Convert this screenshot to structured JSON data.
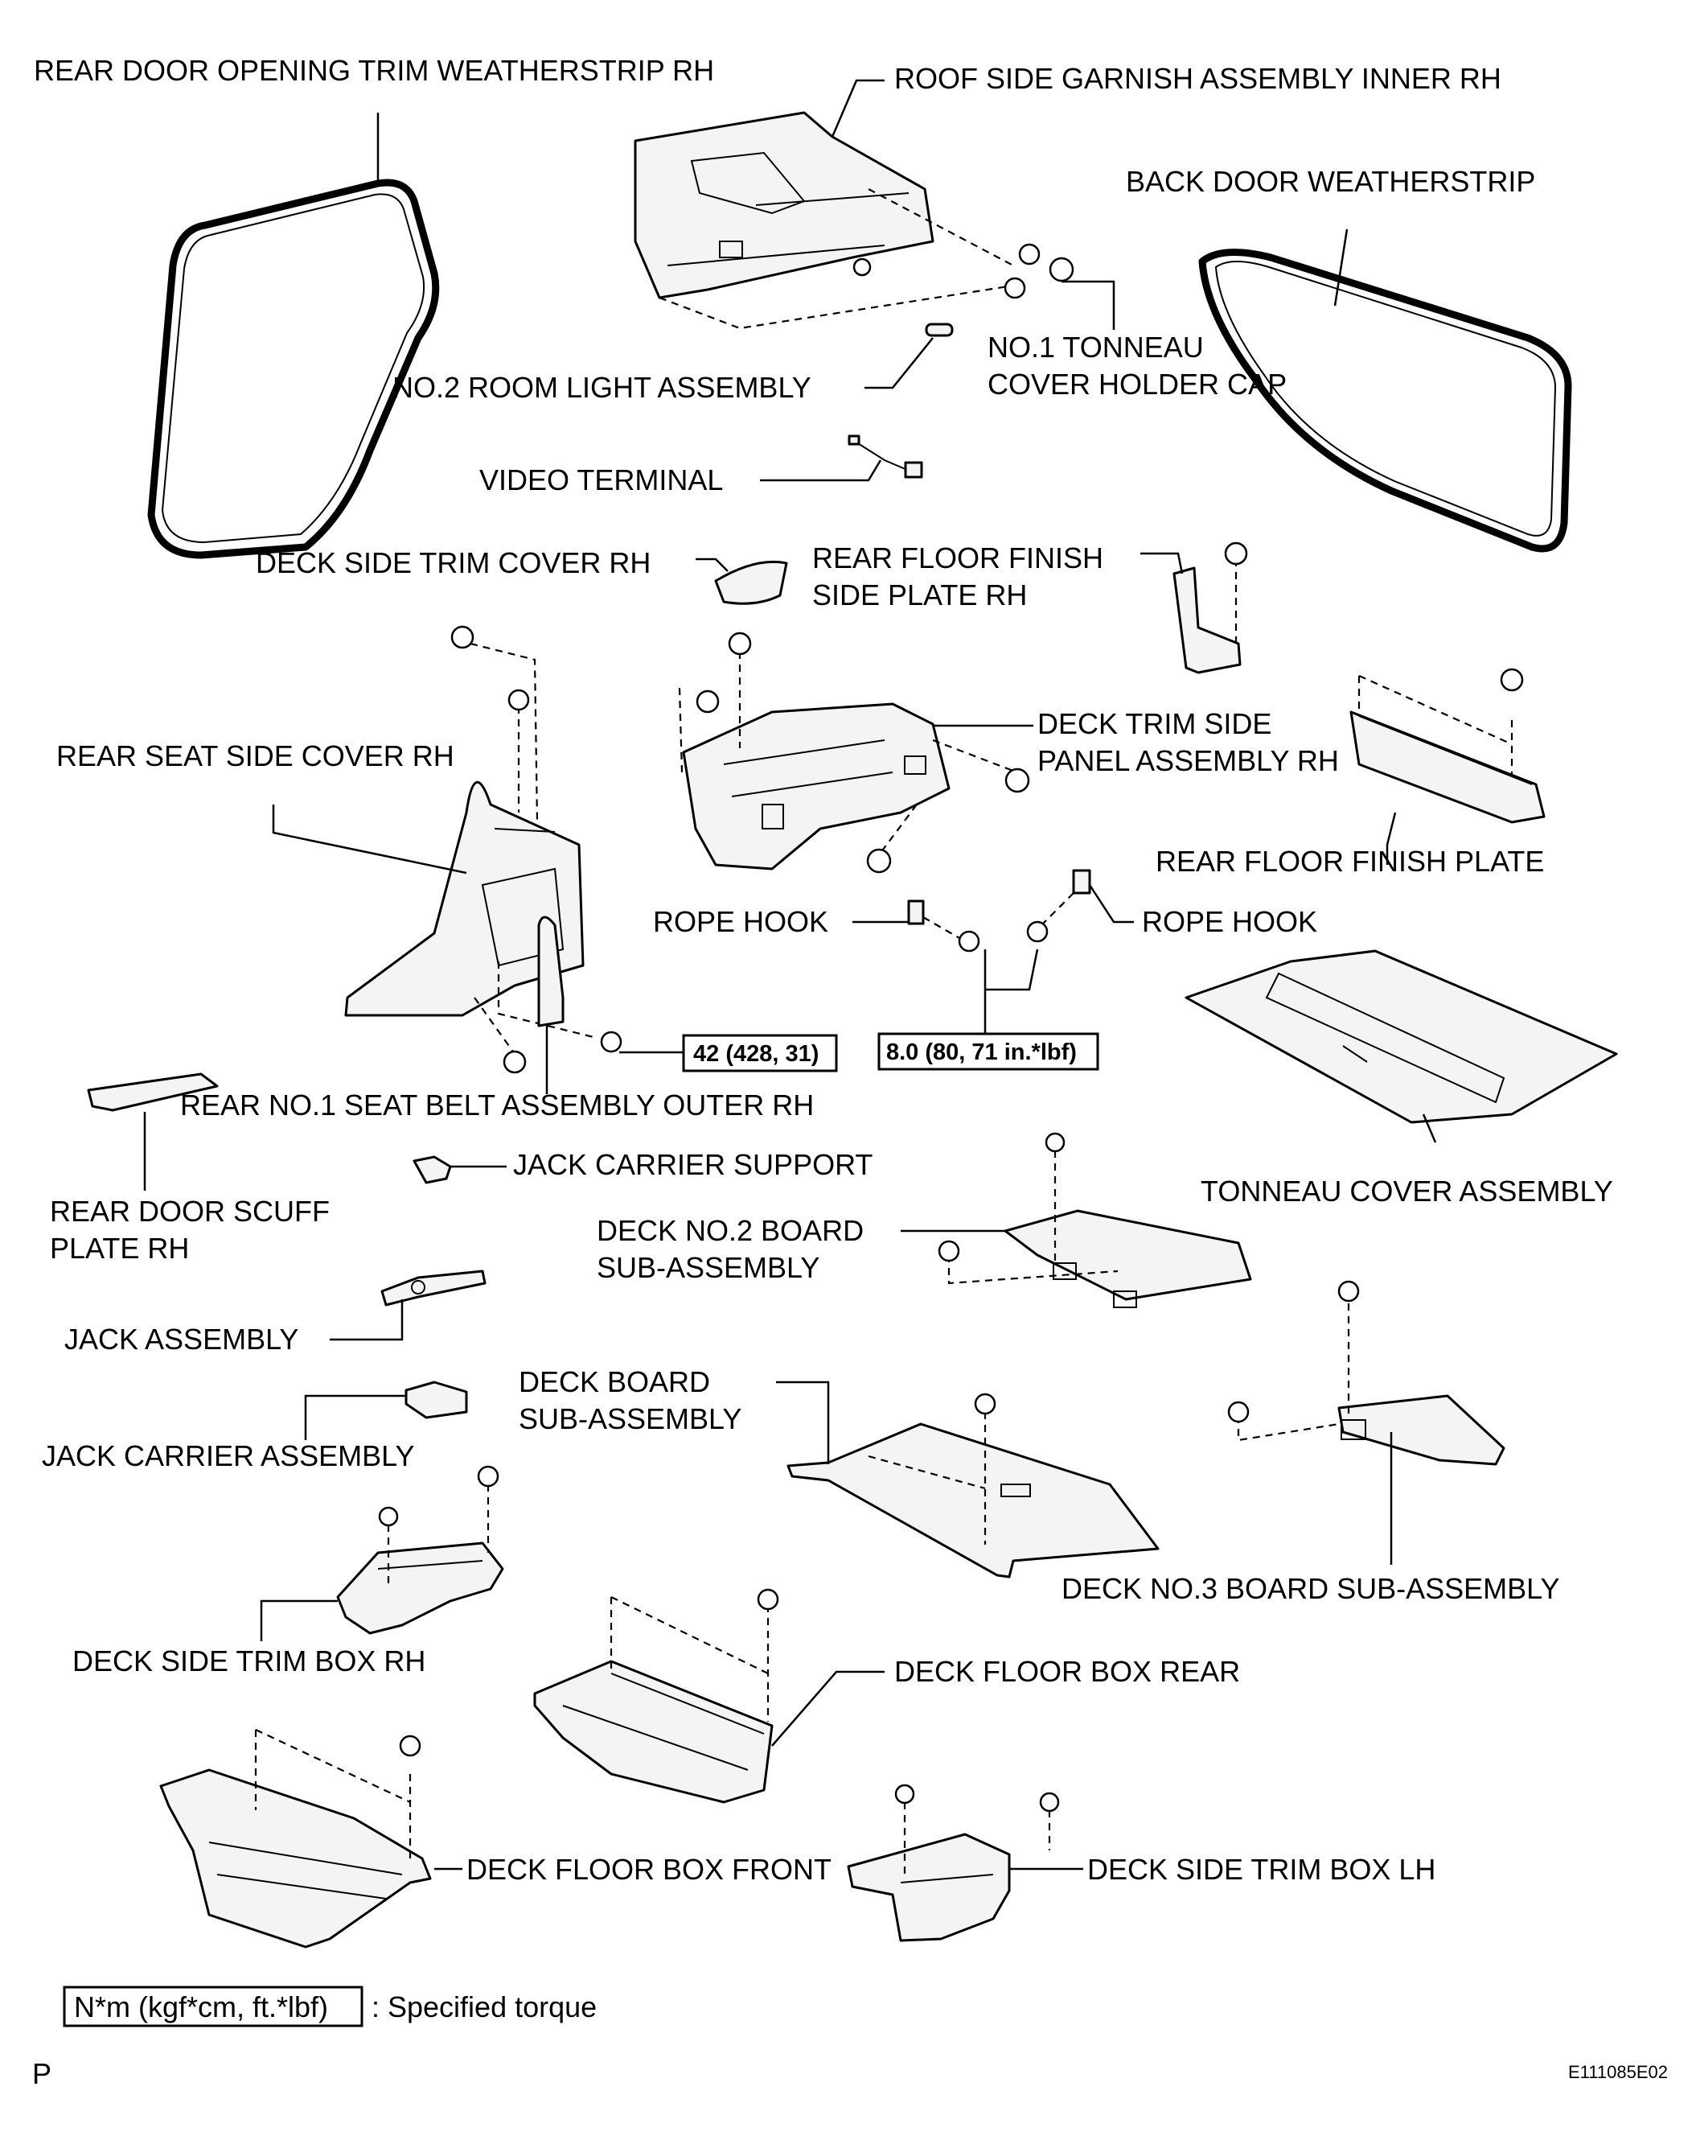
{
  "labels": {
    "rear_door_opening_weatherstrip": "REAR DOOR OPENING TRIM WEATHERSTRIP RH",
    "roof_side_garnish": "ROOF SIDE GARNISH ASSEMBLY INNER RH",
    "back_door_weatherstrip": "BACK DOOR WEATHERSTRIP",
    "tonneau_cap_1": "NO.1 TONNEAU",
    "tonneau_cap_2": "COVER HOLDER CAP",
    "room_light": "NO.2 ROOM LIGHT ASSEMBLY",
    "video_terminal": "VIDEO TERMINAL",
    "deck_side_trim_cover": "DECK SIDE TRIM COVER RH",
    "rear_floor_side_plate_1": "REAR FLOOR FINISH",
    "rear_floor_side_plate_2": "SIDE PLATE RH",
    "rear_seat_side_cover": "REAR SEAT SIDE COVER RH",
    "deck_trim_side_panel_1": "DECK TRIM SIDE",
    "deck_trim_side_panel_2": "PANEL ASSEMBLY RH",
    "rear_floor_finish_plate": "REAR FLOOR FINISH PLATE",
    "rope_hook_left": "ROPE HOOK",
    "rope_hook_right": "ROPE HOOK",
    "seat_belt_outer": "REAR NO.1 SEAT BELT ASSEMBLY OUTER RH",
    "jack_carrier_support": "JACK CARRIER SUPPORT",
    "rear_door_scuff_1": "REAR DOOR SCUFF",
    "rear_door_scuff_2": "PLATE RH",
    "tonneau_cover": "TONNEAU COVER ASSEMBLY",
    "deck_no2_board_1": "DECK NO.2 BOARD",
    "deck_no2_board_2": "SUB-ASSEMBLY",
    "jack_assembly": "JACK ASSEMBLY",
    "deck_board_1": "DECK BOARD",
    "deck_board_2": "SUB-ASSEMBLY",
    "jack_carrier_assembly": "JACK CARRIER ASSEMBLY",
    "deck_no3_board": "DECK NO.3 BOARD SUB-ASSEMBLY",
    "deck_side_trim_box_rh": "DECK SIDE TRIM BOX RH",
    "deck_floor_box_rear": "DECK FLOOR BOX REAR",
    "deck_floor_box_front": "DECK FLOOR BOX FRONT",
    "deck_side_trim_box_lh": "DECK SIDE TRIM BOX LH"
  },
  "torques": {
    "seat_belt_bolt": "42 (428, 31)",
    "rope_hook_bolt": "8.0 (80, 71 in.*lbf)"
  },
  "legend": {
    "unit_box": "N*m (kgf*cm, ft.*lbf)",
    "text": ": Specified torque"
  },
  "footer": {
    "page_mark": "P",
    "figure_code": "E111085E02"
  }
}
